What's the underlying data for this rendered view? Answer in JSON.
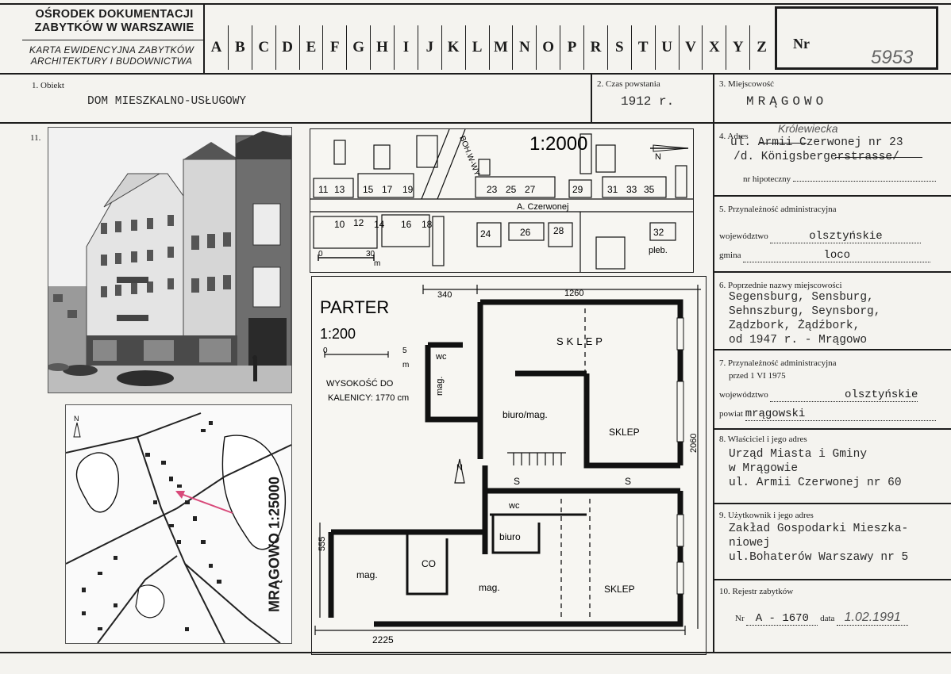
{
  "header": {
    "institution_line1": "OŚRODEK DOKUMENTACJI",
    "institution_line2": "ZABYTKÓW W WARSZAWIE",
    "card_type_line1": "KARTA EWIDENCYJNA ZABYTKÓW",
    "card_type_line2": "ARCHITEKTURY I BUDOWNICTWA",
    "letters": [
      "A",
      "B",
      "C",
      "D",
      "E",
      "F",
      "G",
      "H",
      "I",
      "J",
      "K",
      "L",
      "M",
      "N",
      "O",
      "P",
      "R",
      "S",
      "T",
      "U",
      "V",
      "X",
      "Y",
      "Z"
    ],
    "nr_label": "Nr",
    "nr_value": "5953"
  },
  "fields": {
    "obiekt_label": "1. Obiekt",
    "obiekt_value": "DOM MIESZKALNO-USŁUGOWY",
    "czas_label": "2. Czas powstania",
    "czas_value": "1912 r.",
    "miejscowosc_label": "3. Miejscowość",
    "miejscowosc_value": "MRĄGOWO",
    "photos_label": "11.",
    "adres_label": "4. Adres",
    "adres_correction": "Królewiecka",
    "adres_line1": "ul. Armii Czerwonej nr 23",
    "adres_line2": "/d. Königsbergerstrasse/",
    "hipoteczny_label": "nr hipoteczny",
    "przynaleznosc_label": "5. Przynależność administracyjna",
    "wojewodztwo_label": "województwo",
    "wojewodztwo_value": "olsztyńskie",
    "gmina_label": "gmina",
    "gmina_value": "loco",
    "poprzednie_label": "6. Poprzednie nazwy miejscowości",
    "poprzednie_lines": [
      "Segensburg, Sensburg,",
      "Sehnszburg, Seynsborg,",
      "Ządzbork, Żądźbork,",
      "od 1947 r. - Mrągowo"
    ],
    "przyn_przed_label": "7. Przynależność administracyjna",
    "przyn_przed_sub": "przed 1 VI 1975",
    "wojewodztwo2_label": "województwo",
    "wojewodztwo2_value": "olsztyńskie",
    "powiat_label": "powiat",
    "powiat_value": "mrągowski",
    "wlasciciel_label": "8. Właściciel i jego adres",
    "wlasciciel_lines": [
      "Urząd Miasta i Gminy",
      "w Mrągowie",
      "ul. Armii Czerwonej nr 60"
    ],
    "uzytkownik_label": "9. Użytkownik i jego adres",
    "uzytkownik_lines": [
      "Zakład Gospodarki Mieszka-",
      "niowej",
      "ul.Bohaterów Warszawy nr 5"
    ],
    "rejestr_label": "10. Rejestr zabytków",
    "rejestr_nr_label": "Nr",
    "rejestr_nr_value": "A - 1670",
    "rejestr_data_label": "data",
    "rejestr_data_value": "1.02.1991"
  },
  "site_plan": {
    "scale": "1:2000",
    "street_diag": "BOH.W-WY",
    "street_main": "A. Czerwonej",
    "north": "N",
    "numbers_top": [
      "11",
      "13",
      "15",
      "17",
      "19",
      "23",
      "25",
      "27",
      "29",
      "31",
      "33",
      "35"
    ],
    "numbers_bottom": [
      "10",
      "12",
      "14",
      "16",
      "18",
      "24",
      "26",
      "28",
      "32"
    ],
    "pleb": "pleb.",
    "scale_0": "0",
    "scale_30": "30",
    "scale_m": "m"
  },
  "town_map": {
    "title": "MRĄGOWO 1:25000",
    "north": "N"
  },
  "floor_plan": {
    "title": "PARTER",
    "scale": "1:200",
    "scale_0": "0",
    "scale_5": "5",
    "scale_m": "m",
    "height_note_line1": "WYSOKOŚĆ DO",
    "height_note_line2": "KALENICY: 1770 cm",
    "dim_340": "340",
    "dim_1260": "1260",
    "dim_2060": "2060",
    "dim_555": "555",
    "dim_2225": "2225",
    "rooms": {
      "sklep1": "SKLEP",
      "sklep2": "SKLEP",
      "sklep3": "SKLEP",
      "biuro_mag": "biuro/mag.",
      "wc1": "wc",
      "wc2": "wc",
      "mag_small": "mag.",
      "mag1": "mag.",
      "mag2": "mag.",
      "co": "CO",
      "biuro": "biuro",
      "s1": "S",
      "s2": "S"
    },
    "north": "N"
  }
}
